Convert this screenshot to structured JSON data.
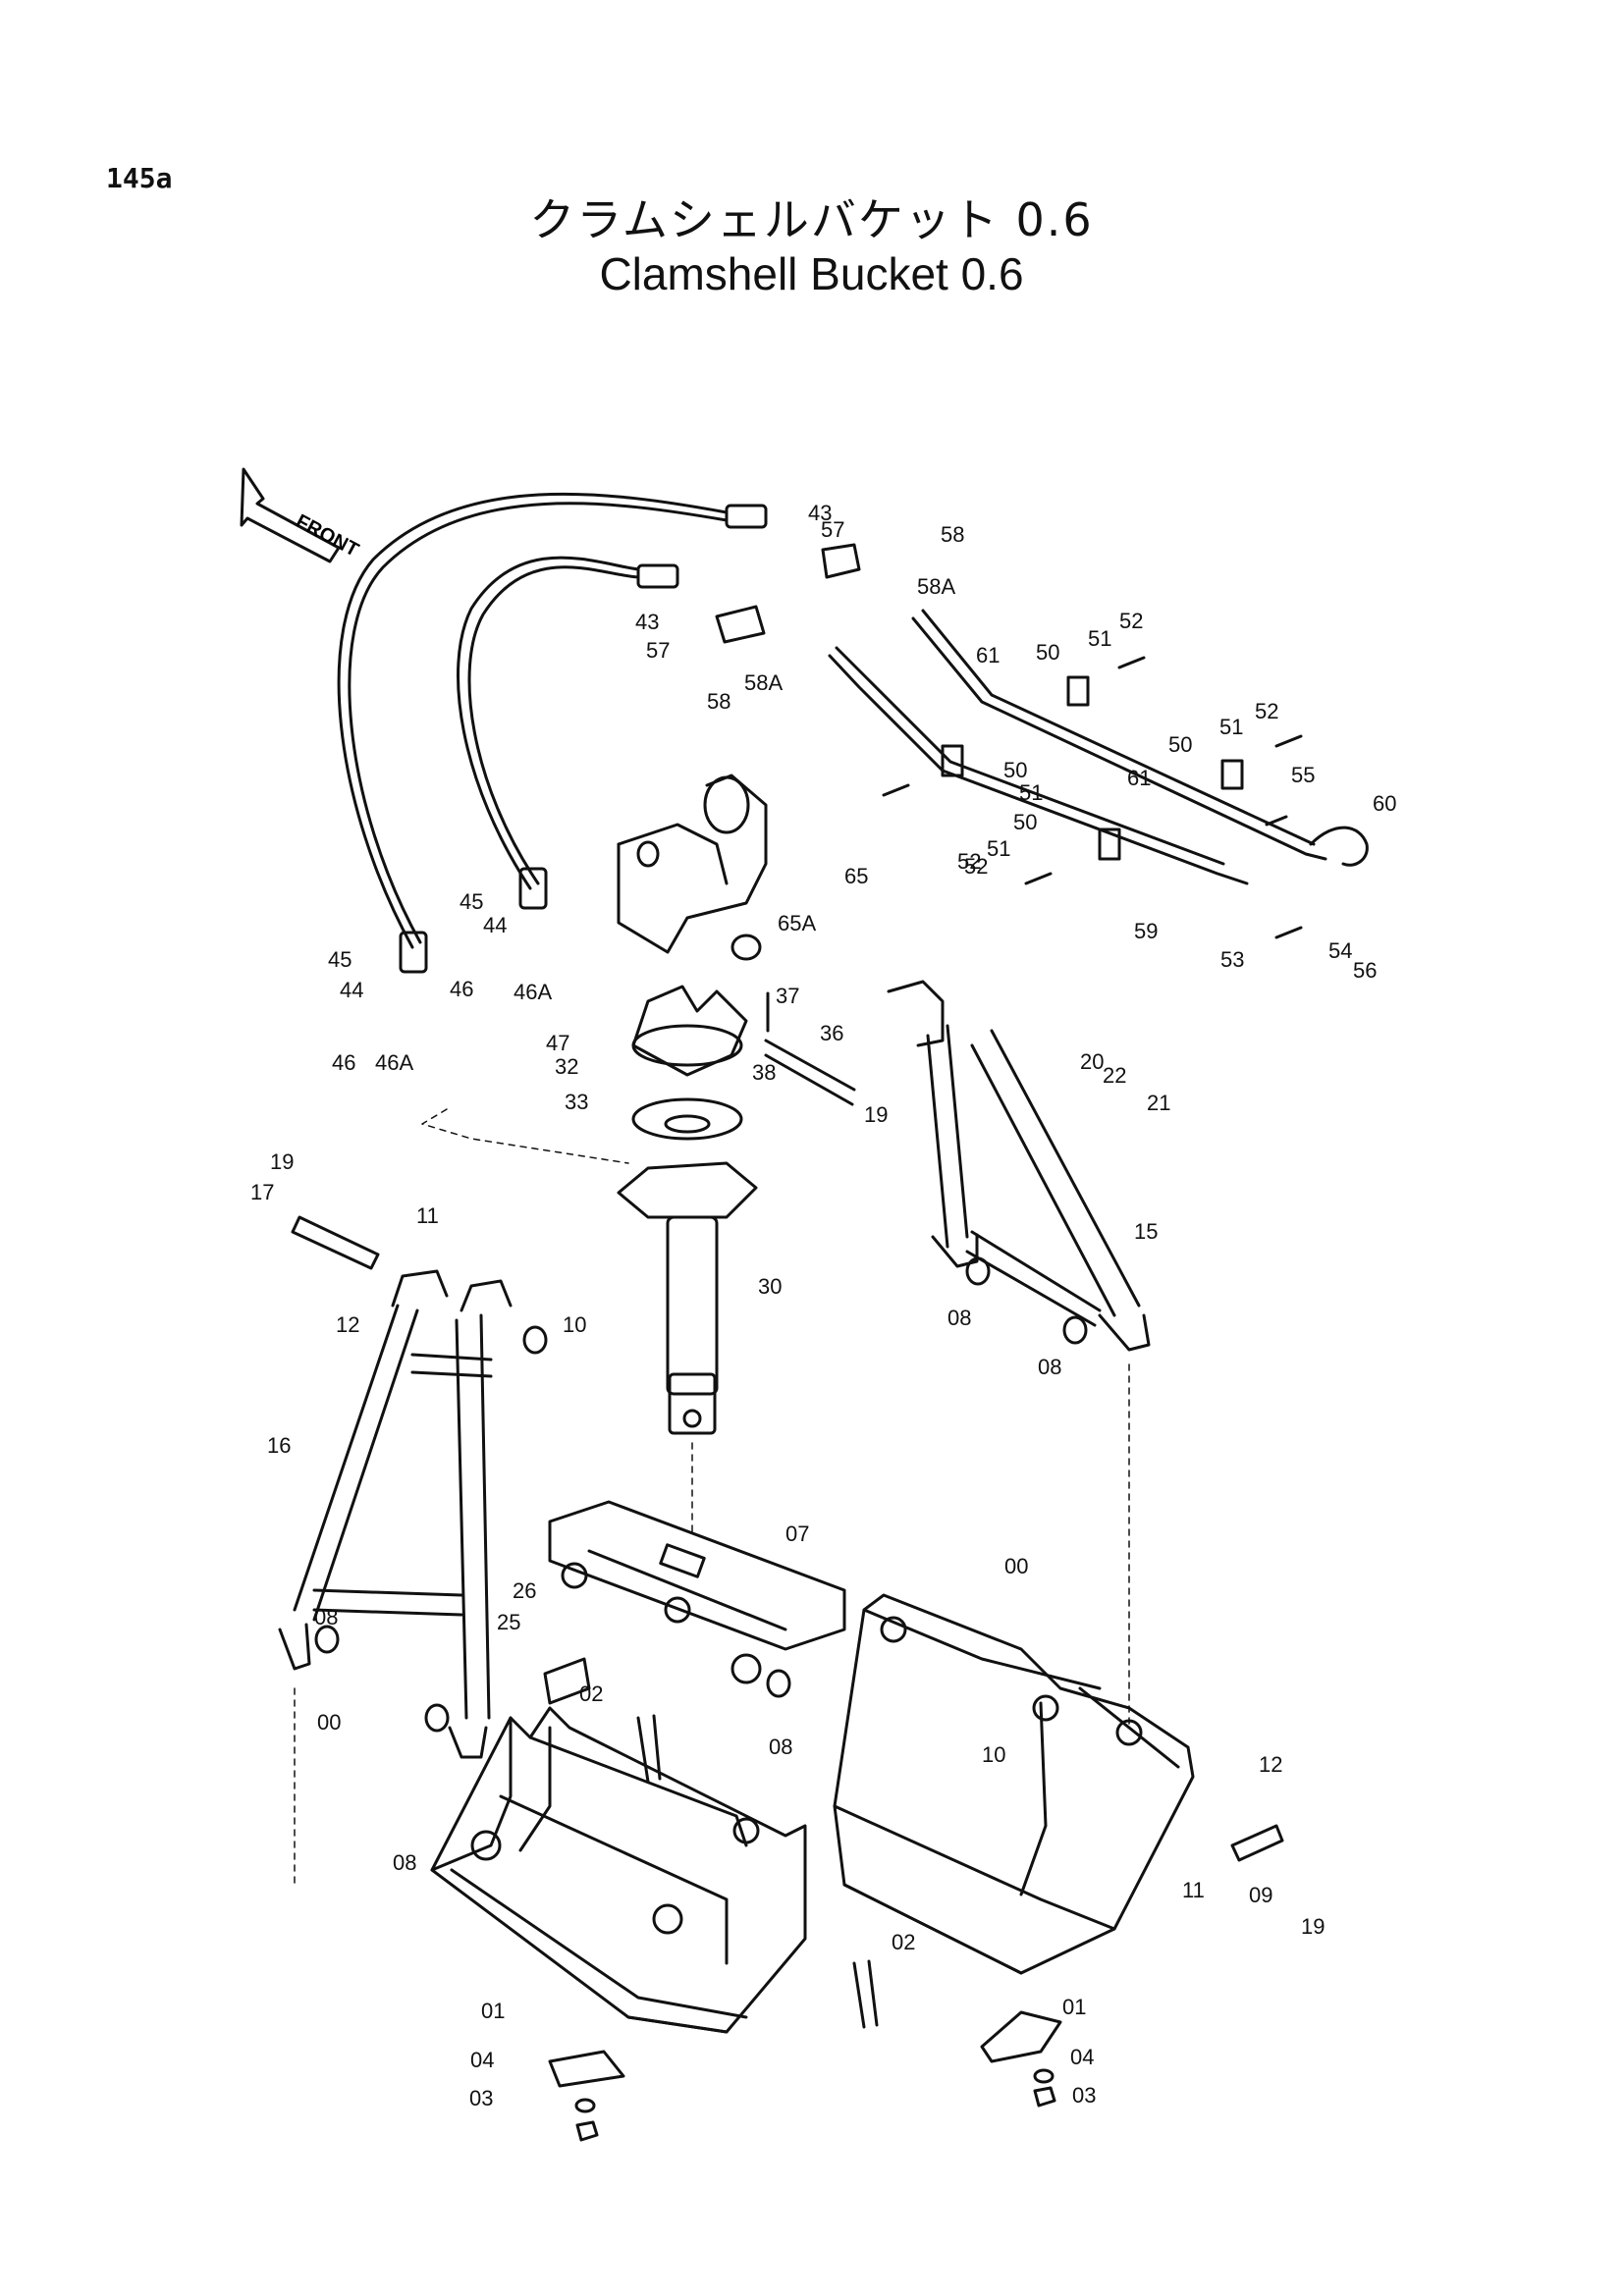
{
  "page_number": "145a",
  "title_jp": "クラムシェルバケット 0.6",
  "title_en": "Clamshell Bucket 0.6",
  "front_label": "FRONT",
  "part_callouts": [
    "43",
    "57",
    "58",
    "58A",
    "43",
    "57",
    "58",
    "58A",
    "52",
    "51",
    "50",
    "61",
    "52",
    "51",
    "50",
    "55",
    "60",
    "50",
    "51",
    "52",
    "61",
    "50",
    "51",
    "52",
    "59",
    "53",
    "54",
    "56",
    "65",
    "65A",
    "45",
    "44",
    "45",
    "44",
    "46",
    "46A",
    "46",
    "46A",
    "47",
    "32",
    "33",
    "37",
    "36",
    "38",
    "19",
    "20",
    "22",
    "21",
    "15",
    "19",
    "17",
    "11",
    "12",
    "10",
    "30",
    "16",
    "08",
    "08",
    "08",
    "07",
    "26",
    "25",
    "02",
    "00",
    "08",
    "00",
    "10",
    "12",
    "11",
    "09",
    "19",
    "01",
    "04",
    "03",
    "02",
    "01",
    "04",
    "03",
    "08"
  ]
}
